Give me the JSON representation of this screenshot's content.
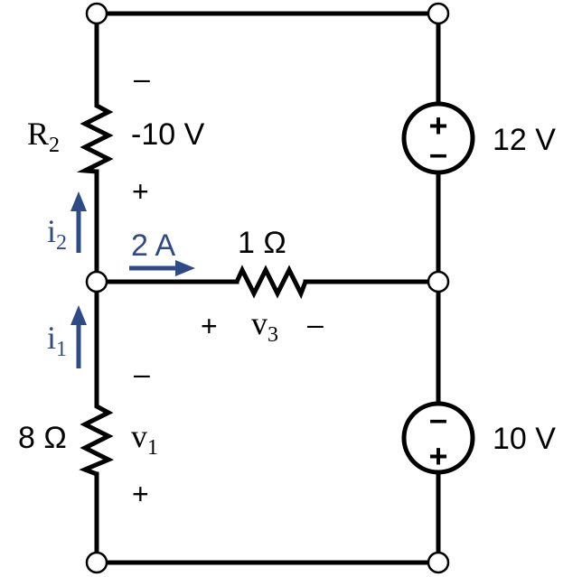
{
  "components": {
    "r2": {
      "name": "R",
      "sub": "2"
    },
    "r2_voltage": "-10 V",
    "r8": "8 Ω",
    "r1": "1 Ω",
    "v1": {
      "name": "v",
      "sub": "1"
    },
    "v3": {
      "name": "v",
      "sub": "3"
    },
    "src12": "12 V",
    "src10": "10 V"
  },
  "currents": {
    "i1": {
      "name": "i",
      "sub": "1"
    },
    "i2": {
      "name": "i",
      "sub": "2"
    },
    "branch": "2 A"
  },
  "signs": {
    "plus": "+",
    "minus": "–"
  },
  "colors": {
    "wire": "#000000",
    "current": "#2e4a87"
  }
}
